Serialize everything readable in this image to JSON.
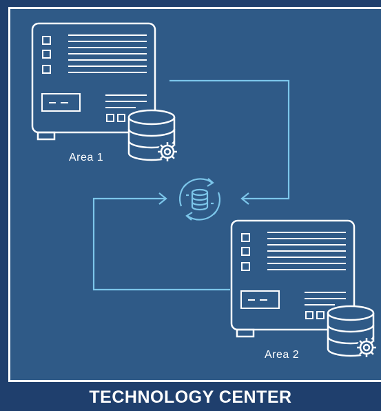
{
  "diagram": {
    "nodes": [
      {
        "id": "area1",
        "label": "Area 1",
        "icon": "server-with-database-gear-icon"
      },
      {
        "id": "area2",
        "label": "Area 2",
        "icon": "server-with-database-gear-icon"
      },
      {
        "id": "hub",
        "label": "",
        "icon": "database-sync-icon"
      }
    ],
    "edges": [
      {
        "from": "area1",
        "to": "hub"
      },
      {
        "from": "area2",
        "to": "hub"
      }
    ]
  },
  "footer": {
    "title": "TECHNOLOGY CENTER"
  },
  "colors": {
    "background": "#1f3f6d",
    "panel": "#2f5a87",
    "line": "#ffffff",
    "connector": "#7cc6ea"
  }
}
